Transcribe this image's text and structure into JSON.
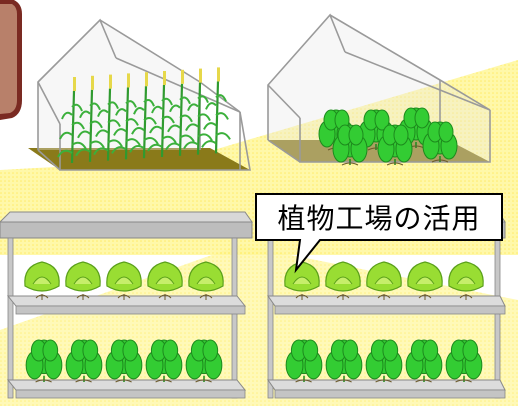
{
  "callout": {
    "text": "植物工場の活用"
  },
  "colors": {
    "light_beam": "#fff79a",
    "soil": "#8a7a1a",
    "leaf": "#33cc33",
    "lettuce": "#99dd33",
    "greenhouse_frame": "#aaaaaa",
    "shelf": "#bdbdbd",
    "sidebar_brown": "#7a2a22"
  },
  "scenes": {
    "greenhouse_left": {
      "crop": "corn",
      "plant_count": 9
    },
    "greenhouse_right": {
      "crop": "spinach",
      "plant_count": 6
    },
    "factory_left": {
      "top_row": "lettuce",
      "top_count": 5,
      "bottom_row": "spinach",
      "bottom_count": 5
    },
    "factory_right": {
      "top_row": "lettuce",
      "top_count": 5,
      "bottom_row": "spinach",
      "bottom_count": 5
    }
  }
}
